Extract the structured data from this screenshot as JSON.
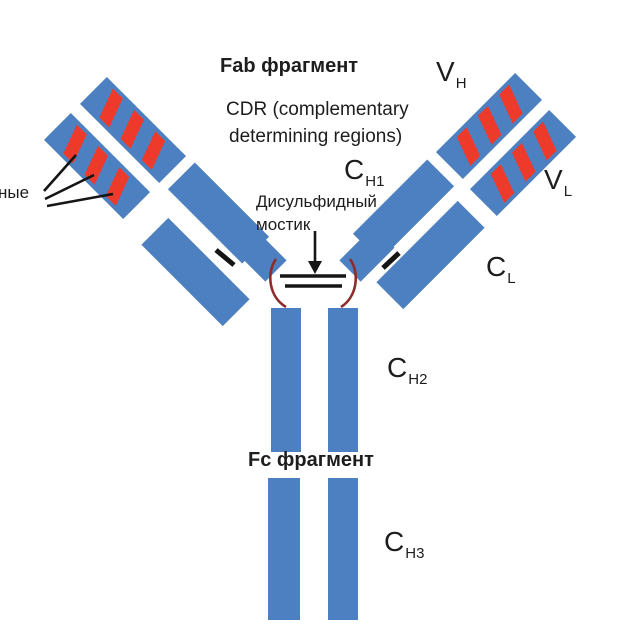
{
  "diagram": {
    "fab_title": "Fab фрагмент",
    "fc_title": "Fc фрагмент",
    "cdr_caption": {
      "line1": "CDR (complementary",
      "line2": "determining regions)"
    },
    "disulfide_caption": {
      "line1": "Дисульфидный",
      "line2": "мостик"
    },
    "left_edge_label": "ные",
    "labels": {
      "vh": {
        "main": "V",
        "sub": "H"
      },
      "vl": {
        "main": "V",
        "sub": "L"
      },
      "ch1": {
        "main": "C",
        "sub": "H1"
      },
      "cl": {
        "main": "C",
        "sub": "L"
      },
      "ch2": {
        "main": "C",
        "sub": "H2"
      },
      "ch3": {
        "main": "C",
        "sub": "H3"
      }
    },
    "colors": {
      "domain_blue": "#4d80c0",
      "cdr_red": "#ee3a2b",
      "hinge_dark_red": "#8e2b2b",
      "line_black": "#151515",
      "background": "#ffffff",
      "text": "#1d1d1d"
    }
  }
}
